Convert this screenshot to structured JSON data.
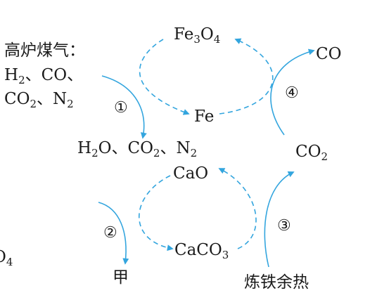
{
  "colors": {
    "arrow": "#33a5de",
    "text": "#1a1a1a"
  },
  "labels": {
    "fe3o4": {
      "base": "Fe",
      "s1": "3",
      "mid": "O",
      "s2": "4"
    },
    "co_top": "CO",
    "gas_title": "高炉煤气：",
    "gas_line1": {
      "a": "H",
      "s": "2",
      "b": "、CO、"
    },
    "gas_line2": {
      "a": "CO",
      "s": "2",
      "b": "、N",
      "s2": "2"
    },
    "fe": "Fe",
    "products": {
      "a": "H",
      "s1": "2",
      "b": "O、CO",
      "s2": "2",
      "c": "、N",
      "s3": "2"
    },
    "co2_right": {
      "a": "CO",
      "s": "2"
    },
    "cao": "CaO",
    "caco3": {
      "a": "CaCO",
      "s": "3"
    },
    "jia": "甲",
    "waste_heat": "炼铁余热",
    "edge_fragment": {
      "a": "O",
      "s": "4"
    }
  },
  "step_markers": [
    "①",
    "②",
    "③",
    "④"
  ]
}
